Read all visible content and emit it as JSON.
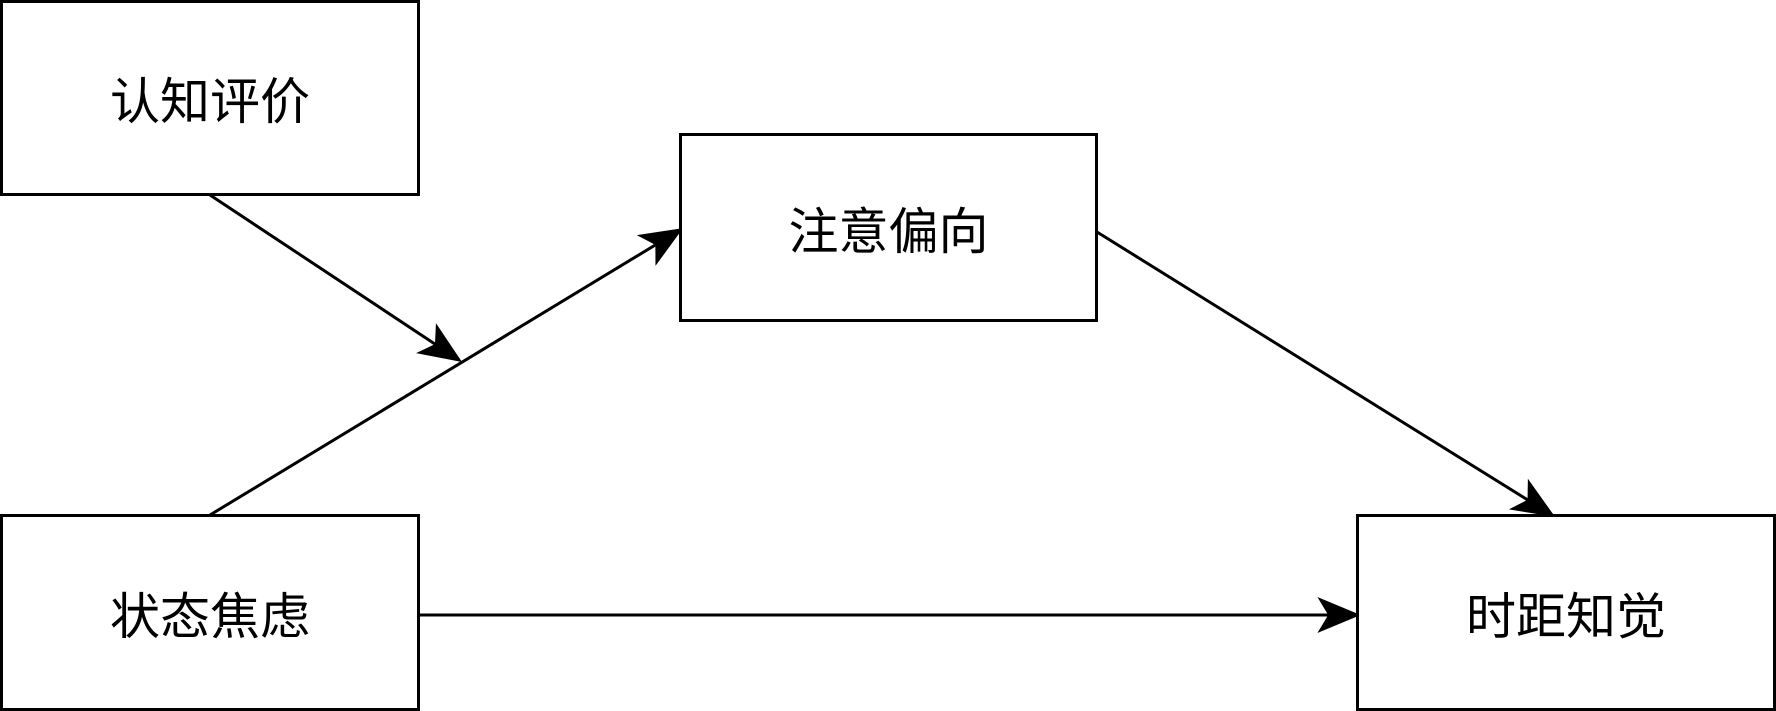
{
  "nodes": {
    "cognitive_appraisal": "认知评价",
    "attention_bias": "注意偏向",
    "state_anxiety": "状态焦虑",
    "time_distance_perception": "时距知觉"
  },
  "edges": [
    {
      "from": "认知评价",
      "to": "状态焦虑→注意偏向",
      "type": "moderation"
    },
    {
      "from": "状态焦虑",
      "to": "注意偏向"
    },
    {
      "from": "注意偏向",
      "to": "时距知觉"
    },
    {
      "from": "状态焦虑",
      "to": "时距知觉"
    }
  ],
  "colors": {
    "stroke": "#000000",
    "background": "#ffffff"
  }
}
